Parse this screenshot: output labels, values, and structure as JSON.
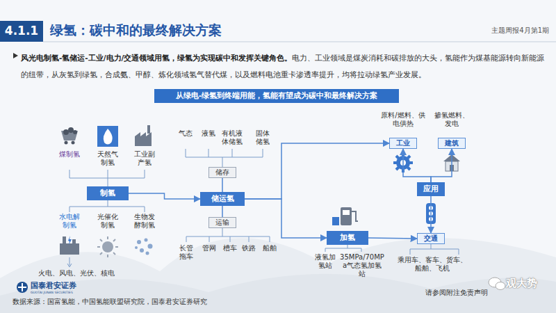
{
  "diagram": {
    "title": "绿氢：碳中和的最终解决方案",
    "nodes": [
      {
        "text": [
          "4.1.1"
        ]
      },
      {
        "text": [
          "从绿电-绿氢到终端用能，氢能有望成为碳中和最终解决方案"
        ]
      },
      {
        "text": [
          "制氢"
        ]
      },
      {
        "text": [
          "储存"
        ]
      },
      {
        "text": [
          "储运氢"
        ]
      },
      {
        "text": [
          "运输"
        ]
      },
      {
        "text": [
          "加氢"
        ]
      },
      {
        "text": [
          "工业"
        ]
      },
      {
        "text": [
          "建筑"
        ]
      },
      {
        "text": [
          "应用"
        ]
      },
      {
        "text": [
          "交通"
        ]
      }
    ],
    "edges": [
      {
        "from": 2,
        "to": 4,
        "arrow": "to"
      },
      {
        "from": 3,
        "to": 4,
        "arrow": "none"
      },
      {
        "from": 5,
        "to": 4,
        "arrow": "none"
      },
      {
        "from": 4,
        "to": 7,
        "arrow": "to"
      },
      {
        "from": 4,
        "to": 6,
        "arrow": "to"
      },
      {
        "from": 6,
        "to": 10,
        "arrow": "to"
      },
      {
        "from": 9,
        "to": 7,
        "arrow": "to"
      },
      {
        "from": 9,
        "to": 8,
        "arrow": "to"
      },
      {
        "from": 9,
        "to": 10,
        "arrow": "to"
      }
    ],
    "labels": [
      "主题周报4月第1期",
      "风光电制氢-氢储运-工业/电力/交通领域用氢，绿氢为实现碳中和发挥关键角色。",
      "电力、工业领域是煤炭消耗和碳排放的大头，氢能作为煤基能源转向新能源的纽带，从灰氢到绿氢，合成氨、甲醇、炼化领域氢气替代煤，以及燃料电池重卡渗透率提升，均将拉动绿氢产业发展。",
      "煤制氢",
      "天然气制氢",
      "工业副产氢",
      "水电解制氢",
      "光催化制氢",
      "生物发酵制氢",
      "火电、风电、光伏、核电",
      "气态",
      "液氢",
      "有机液体储氢",
      "固体储氢",
      "长管拖车",
      "管网",
      "槽车",
      "铁路",
      "船舶",
      "液氢加氢站",
      "35MPa/70MPa气态氢加氢站",
      "原料/燃料、供电供热",
      "掺氢燃料、发电",
      "乘用车、客车、货车、船舶、飞机",
      "国泰君安证券",
      "GUOTAI JUNAN SECURITIES",
      "数据来源：国富氢能，中国氢能联盟研究院，国泰君安证券研究",
      "请参阅附注免责声明",
      "观大势"
    ]
  }
}
